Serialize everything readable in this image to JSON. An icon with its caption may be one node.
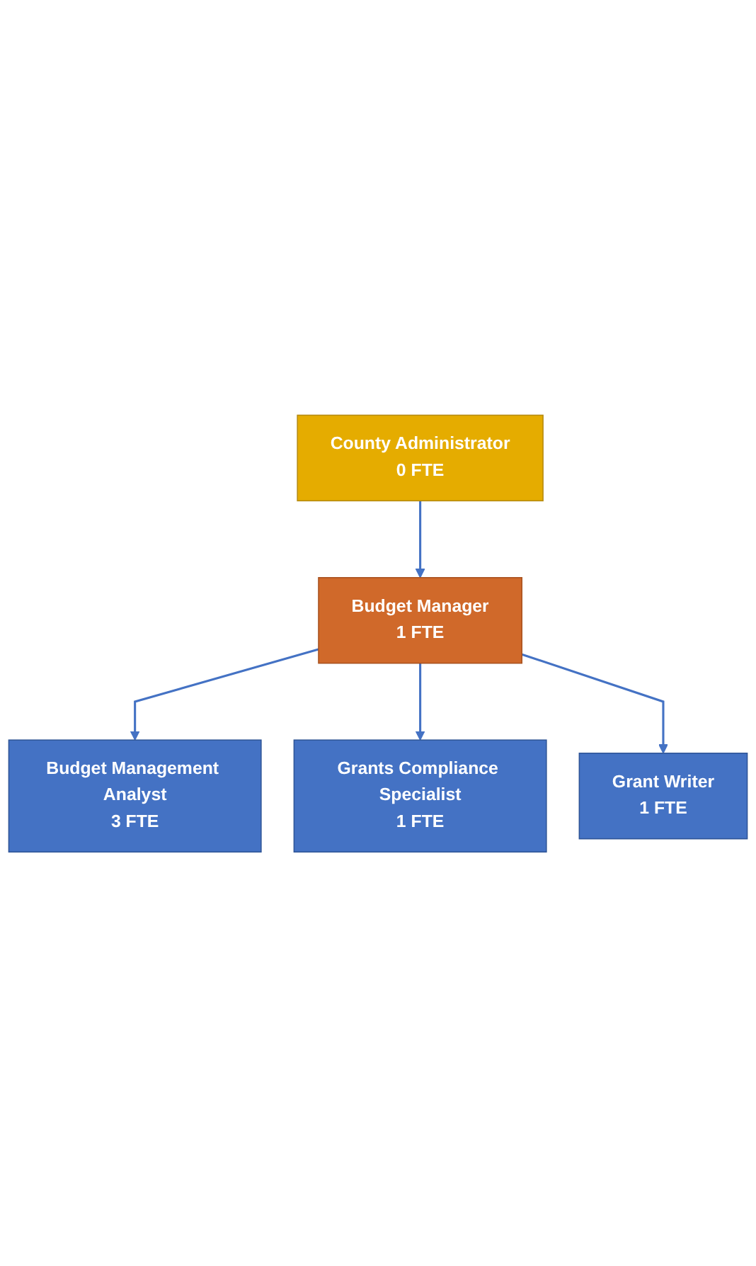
{
  "diagram": {
    "nodes": [
      {
        "text": [
          "County Administrator",
          "0 FTE"
        ]
      },
      {
        "text": [
          "Budget Manager",
          "1 FTE"
        ]
      },
      {
        "text": [
          "Budget Management Analyst",
          "3 FTE"
        ]
      },
      {
        "text": [
          "Grants Compliance Specialist",
          "1 FTE"
        ]
      },
      {
        "text": [
          "Grant Writer",
          "1 FTE"
        ]
      }
    ],
    "edges": [
      {
        "from": 0,
        "to": 1,
        "arrow": "to"
      },
      {
        "from": 1,
        "to": 2,
        "arrow": "to"
      },
      {
        "from": 1,
        "to": 3,
        "arrow": "to"
      },
      {
        "from": 1,
        "to": 4,
        "arrow": "to"
      }
    ]
  }
}
